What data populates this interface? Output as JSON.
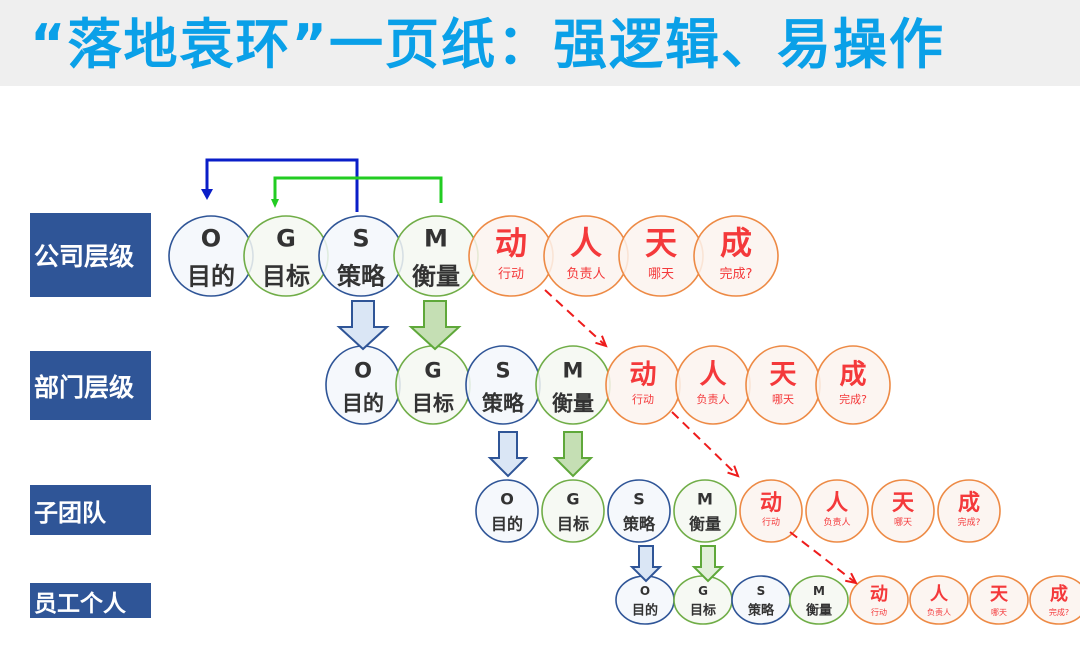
{
  "title": "“落地袁环”一页纸：强逻辑、易操作",
  "colors": {
    "title": "#0aa0e8",
    "label_bg": "#2f5597",
    "o_s_stroke": "#2f5597",
    "o_s_fill": "#f3f7fc",
    "g_m_stroke": "#70ad47",
    "g_m_fill": "#f4f8f1",
    "action_stroke": "#ed8a45",
    "action_fill": "#fcf3ee",
    "action_text": "#f4393b",
    "arrow_blue": "#0a1ec8",
    "arrow_green": "#22cc22",
    "dashed_red": "#ee1c1c"
  },
  "levels": [
    {
      "label": "公司层级"
    },
    {
      "label": "部门层级"
    },
    {
      "label": "子团队"
    },
    {
      "label": "员工个人"
    }
  ],
  "ogsm": [
    {
      "letter": "O",
      "word": "目的"
    },
    {
      "letter": "G",
      "word": "目标"
    },
    {
      "letter": "S",
      "word": "策略"
    },
    {
      "letter": "M",
      "word": "衡量"
    }
  ],
  "actions": [
    {
      "big": "动",
      "small": "行动"
    },
    {
      "big": "人",
      "small": "负责人"
    },
    {
      "big": "天",
      "small": "哪天"
    },
    {
      "big": "成",
      "small": "完成?"
    }
  ],
  "flows": [
    {
      "from": "S",
      "to": "O",
      "level": "公司层级"
    },
    {
      "from": "M",
      "to": "G",
      "level": "公司层级"
    }
  ]
}
